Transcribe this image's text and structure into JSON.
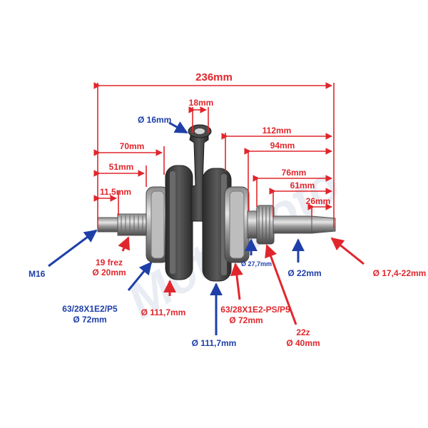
{
  "watermark": "MotoMoto",
  "colors": {
    "red": "#e0262c",
    "blue": "#1e3fa8",
    "metal_dark": "#3a3a3a",
    "metal_light": "#c9c9c9"
  },
  "dimensions": {
    "total_length": "236mm",
    "conrod_width": "18mm",
    "d70": "70mm",
    "d51": "51mm",
    "d11": "11,5mm",
    "d112": "112mm",
    "d94": "94mm",
    "d76": "76mm",
    "d61": "61mm",
    "d26": "26mm"
  },
  "callouts": {
    "pin": "Ø 16mm",
    "thread": "M16",
    "spline": {
      "line1": "19 frez",
      "line2": "Ø 20mm"
    },
    "left_bearing": {
      "line1": "63/28X1E2/P5",
      "line2": "Ø 72mm"
    },
    "left_flywheel": "Ø 111,7mm",
    "right_flywheel": "Ø 111,7mm",
    "seat": "Ø 27,7mm",
    "right_bearing": {
      "line1": "63/28X1E2-PS/P5",
      "line2": "Ø 72mm"
    },
    "gear": {
      "line1": "22z",
      "line2": "Ø 40mm"
    },
    "shaft": "Ø 22mm",
    "taper": "Ø 17,4-22mm"
  }
}
